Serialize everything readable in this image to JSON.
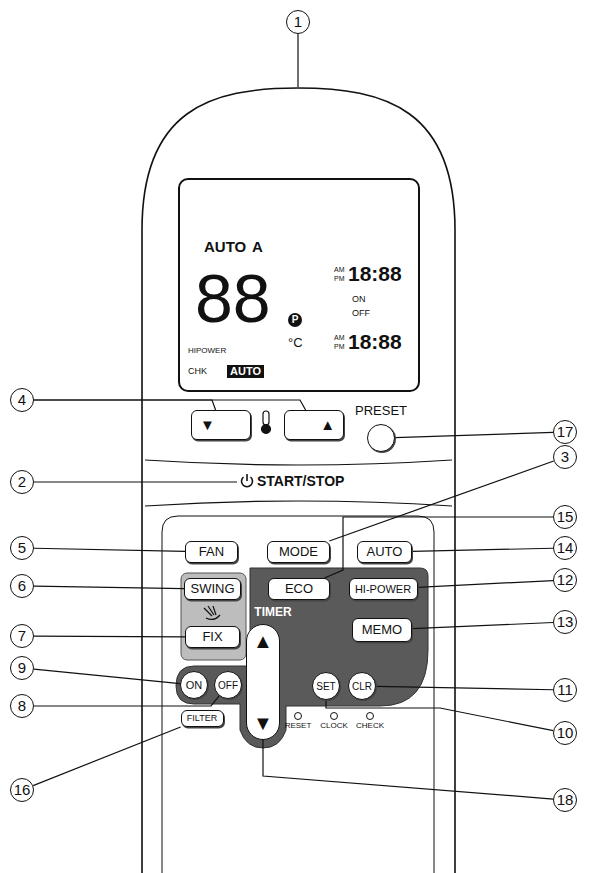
{
  "diagram": {
    "nodes": [
      {
        "text": [
          "AUTO",
          "A",
          "88",
          "P",
          "°C",
          "HIPOWER",
          "AM",
          "PM",
          "18:88",
          "ON",
          "OFF",
          "AM",
          "PM",
          "18:88",
          "CHK",
          "AUTO"
        ]
      },
      {
        "text": [
          "▼"
        ]
      },
      {
        "text": [
          "▲"
        ]
      },
      {
        "text": [
          "PRESET"
        ]
      },
      {
        "text": [
          "START/STOP"
        ]
      },
      {
        "text": [
          "FAN"
        ]
      },
      {
        "text": [
          "MODE"
        ]
      },
      {
        "text": [
          "AUTO"
        ]
      },
      {
        "text": [
          "SWING"
        ]
      },
      {
        "text": [
          "ECO"
        ]
      },
      {
        "text": [
          "HI-POWER"
        ]
      },
      {
        "text": [
          "FIX"
        ]
      },
      {
        "text": [
          "MEMO"
        ]
      },
      {
        "text": [
          "ON"
        ]
      },
      {
        "text": [
          "OFF"
        ]
      },
      {
        "text": [
          "SET"
        ]
      },
      {
        "text": [
          "CLR"
        ]
      },
      {
        "text": [
          "FILTER"
        ]
      },
      {
        "text": [
          "▲",
          "▼"
        ]
      },
      {
        "text": [
          "1"
        ]
      },
      {
        "text": [
          "4"
        ]
      },
      {
        "text": [
          "17"
        ]
      },
      {
        "text": [
          "3"
        ]
      },
      {
        "text": [
          "2"
        ]
      },
      {
        "text": [
          "15"
        ]
      },
      {
        "text": [
          "5"
        ]
      },
      {
        "text": [
          "14"
        ]
      },
      {
        "text": [
          "12"
        ]
      },
      {
        "text": [
          "6"
        ]
      },
      {
        "text": [
          "13"
        ]
      },
      {
        "text": [
          "7"
        ]
      },
      {
        "text": [
          "9"
        ]
      },
      {
        "text": [
          "11"
        ]
      },
      {
        "text": [
          "8"
        ]
      },
      {
        "text": [
          "10"
        ]
      },
      {
        "text": [
          "16"
        ]
      },
      {
        "text": [
          "18"
        ]
      }
    ],
    "edges": [
      {
        "from": 20,
        "to": 1,
        "arrow": "none"
      },
      {
        "from": 20,
        "to": 2,
        "arrow": "none"
      },
      {
        "from": 21,
        "to": 3,
        "arrow": "none"
      },
      {
        "from": 22,
        "to": 6,
        "arrow": "none"
      },
      {
        "from": 23,
        "to": 4,
        "arrow": "none"
      },
      {
        "from": 24,
        "to": 9,
        "arrow": "none"
      },
      {
        "from": 25,
        "to": 5,
        "arrow": "none"
      },
      {
        "from": 26,
        "to": 7,
        "arrow": "none"
      },
      {
        "from": 27,
        "to": 10,
        "arrow": "none"
      },
      {
        "from": 28,
        "to": 8,
        "arrow": "none"
      },
      {
        "from": 29,
        "to": 12,
        "arrow": "none"
      },
      {
        "from": 30,
        "to": 11,
        "arrow": "none"
      },
      {
        "from": 31,
        "to": 13,
        "arrow": "none"
      },
      {
        "from": 32,
        "to": 16,
        "arrow": "none"
      },
      {
        "from": 33,
        "to": 14,
        "arrow": "none"
      },
      {
        "from": 34,
        "to": 15,
        "arrow": "none"
      },
      {
        "from": 35,
        "to": 17,
        "arrow": "none"
      },
      {
        "from": 36,
        "to": 18,
        "arrow": "none"
      }
    ],
    "labels": [
      "TIMER",
      "RESET",
      "CLOCK",
      "CHECK"
    ]
  }
}
